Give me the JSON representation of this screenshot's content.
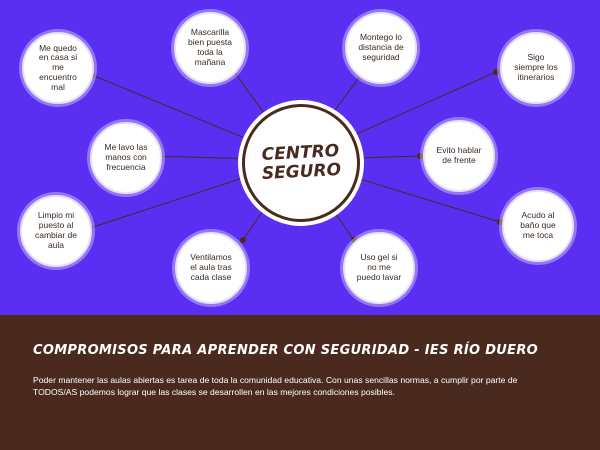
{
  "center": {
    "line1": "CENTRO",
    "line2": "SEGURO"
  },
  "nodes": [
    "Mascarilla bien puesta toda la mañana",
    "Montego lo distancia de seguridad",
    "Me quedo en casa si me encuentro mal",
    "Sigo siempre los itinerarios",
    "Me lavo las manos con frecuencia",
    "Evito hablar de frente",
    "Limpio mi puesto al cambiar de aula",
    "Acudo al baño que me toca",
    "Ventilamos el aula tras cada clase",
    "Uso gel si no me puedo lavar"
  ],
  "footer": {
    "title": "COMPROMISOS PARA APRENDER CON SEGURIDAD - IES RÍO DUERO",
    "description": "Poder mantener las aulas abiertas es tarea de toda la comunidad educativa. Con unas sencillas normas, a cumplir por parte de TODOS/AS podemos lograr que las clases se desarrollen en las mejores condiciones posibles."
  },
  "colors": {
    "top_background": "#5b2ff2",
    "bottom_background": "#4a2a1e",
    "center_text": "#4a2a1e"
  }
}
